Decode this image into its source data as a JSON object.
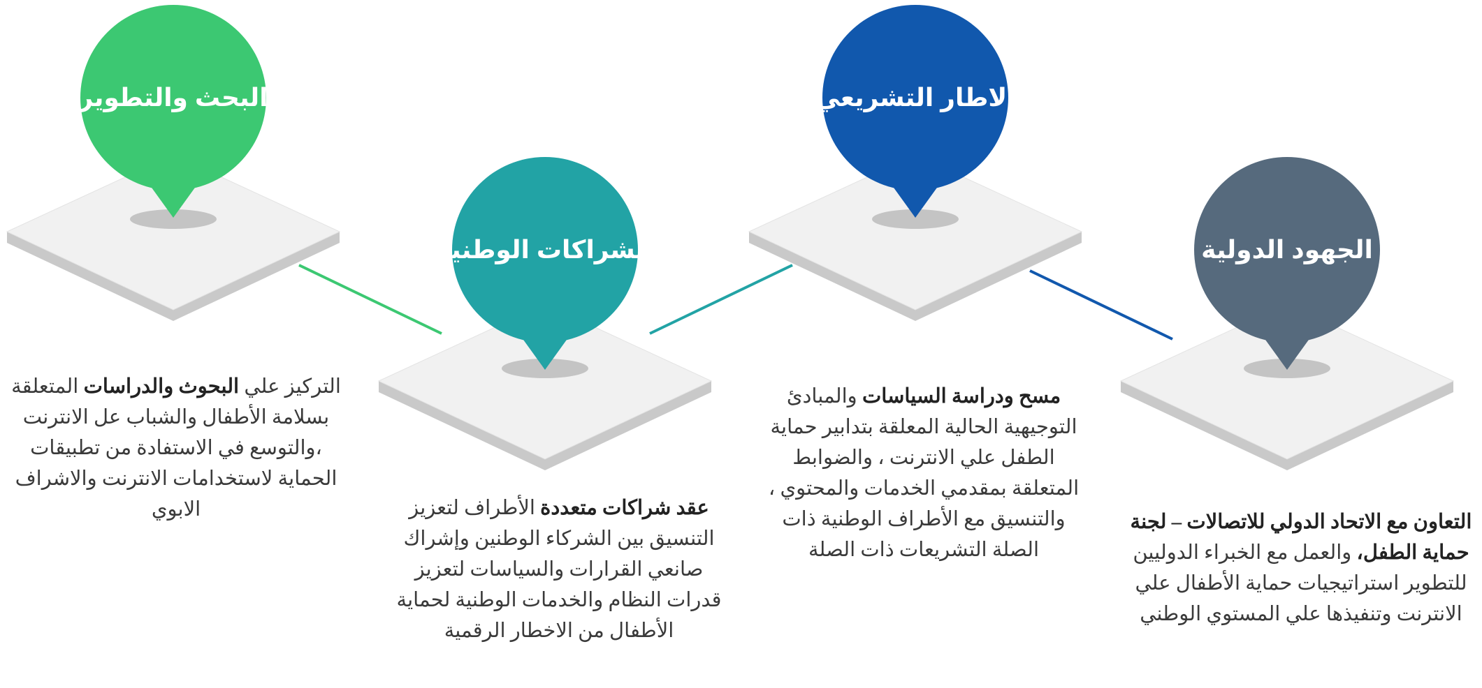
{
  "colors": {
    "green": "#3cc872",
    "teal": "#22a3a5",
    "blue": "#1158ad",
    "slate": "#566a7d",
    "platform_top": "#f1f1f1",
    "platform_side": "#c9c9c9"
  },
  "steps": [
    {
      "title": "البحث والتطوير",
      "desc_parts": [
        {
          "text": "التركيز علي ",
          "bold": false
        },
        {
          "text": "البحوث والدراسات",
          "bold": true
        },
        {
          "text": " المتعلقة بسلامة الأطفال والشباب عل الانترنت ،والتوسع في الاستفادة من تطبيقات الحماية لاستخدامات الانترنت والاشراف الابوي",
          "bold": false
        }
      ]
    },
    {
      "title": "الشراكات الوطنية",
      "desc_parts": [
        {
          "text": "عقد شراكات متعددة",
          "bold": true
        },
        {
          "text": " الأطراف لتعزيز التنسيق بين الشركاء الوطنين وإشراك صانعي القرارات والسياسات لتعزيز قدرات النظام والخدمات الوطنية لحماية الأطفال من الاخطار الرقمية",
          "bold": false
        }
      ]
    },
    {
      "title": "الاطار التشريعي",
      "desc_parts": [
        {
          "text": "مسح ودراسة السياسات",
          "bold": true
        },
        {
          "text": " والمبادئ التوجيهية الحالية المعلقة بتدابير حماية الطفل علي الانترنت ، والضوابط المتعلقة بمقدمي الخدمات والمحتوي ، والتنسيق مع الأطراف الوطنية ذات الصلة التشريعات ذات الصلة",
          "bold": false
        }
      ]
    },
    {
      "title": "الجهود الدولية",
      "desc_parts": [
        {
          "text": "التعاون مع الاتحاد الدولي للاتصالات – لجنة حماية الطفل،",
          "bold": true
        },
        {
          "text": " والعمل مع الخبراء الدوليين للتطوير استراتيجيات حماية الأطفال علي الانترنت وتنفيذها علي المستوي الوطني",
          "bold": false
        }
      ]
    }
  ]
}
